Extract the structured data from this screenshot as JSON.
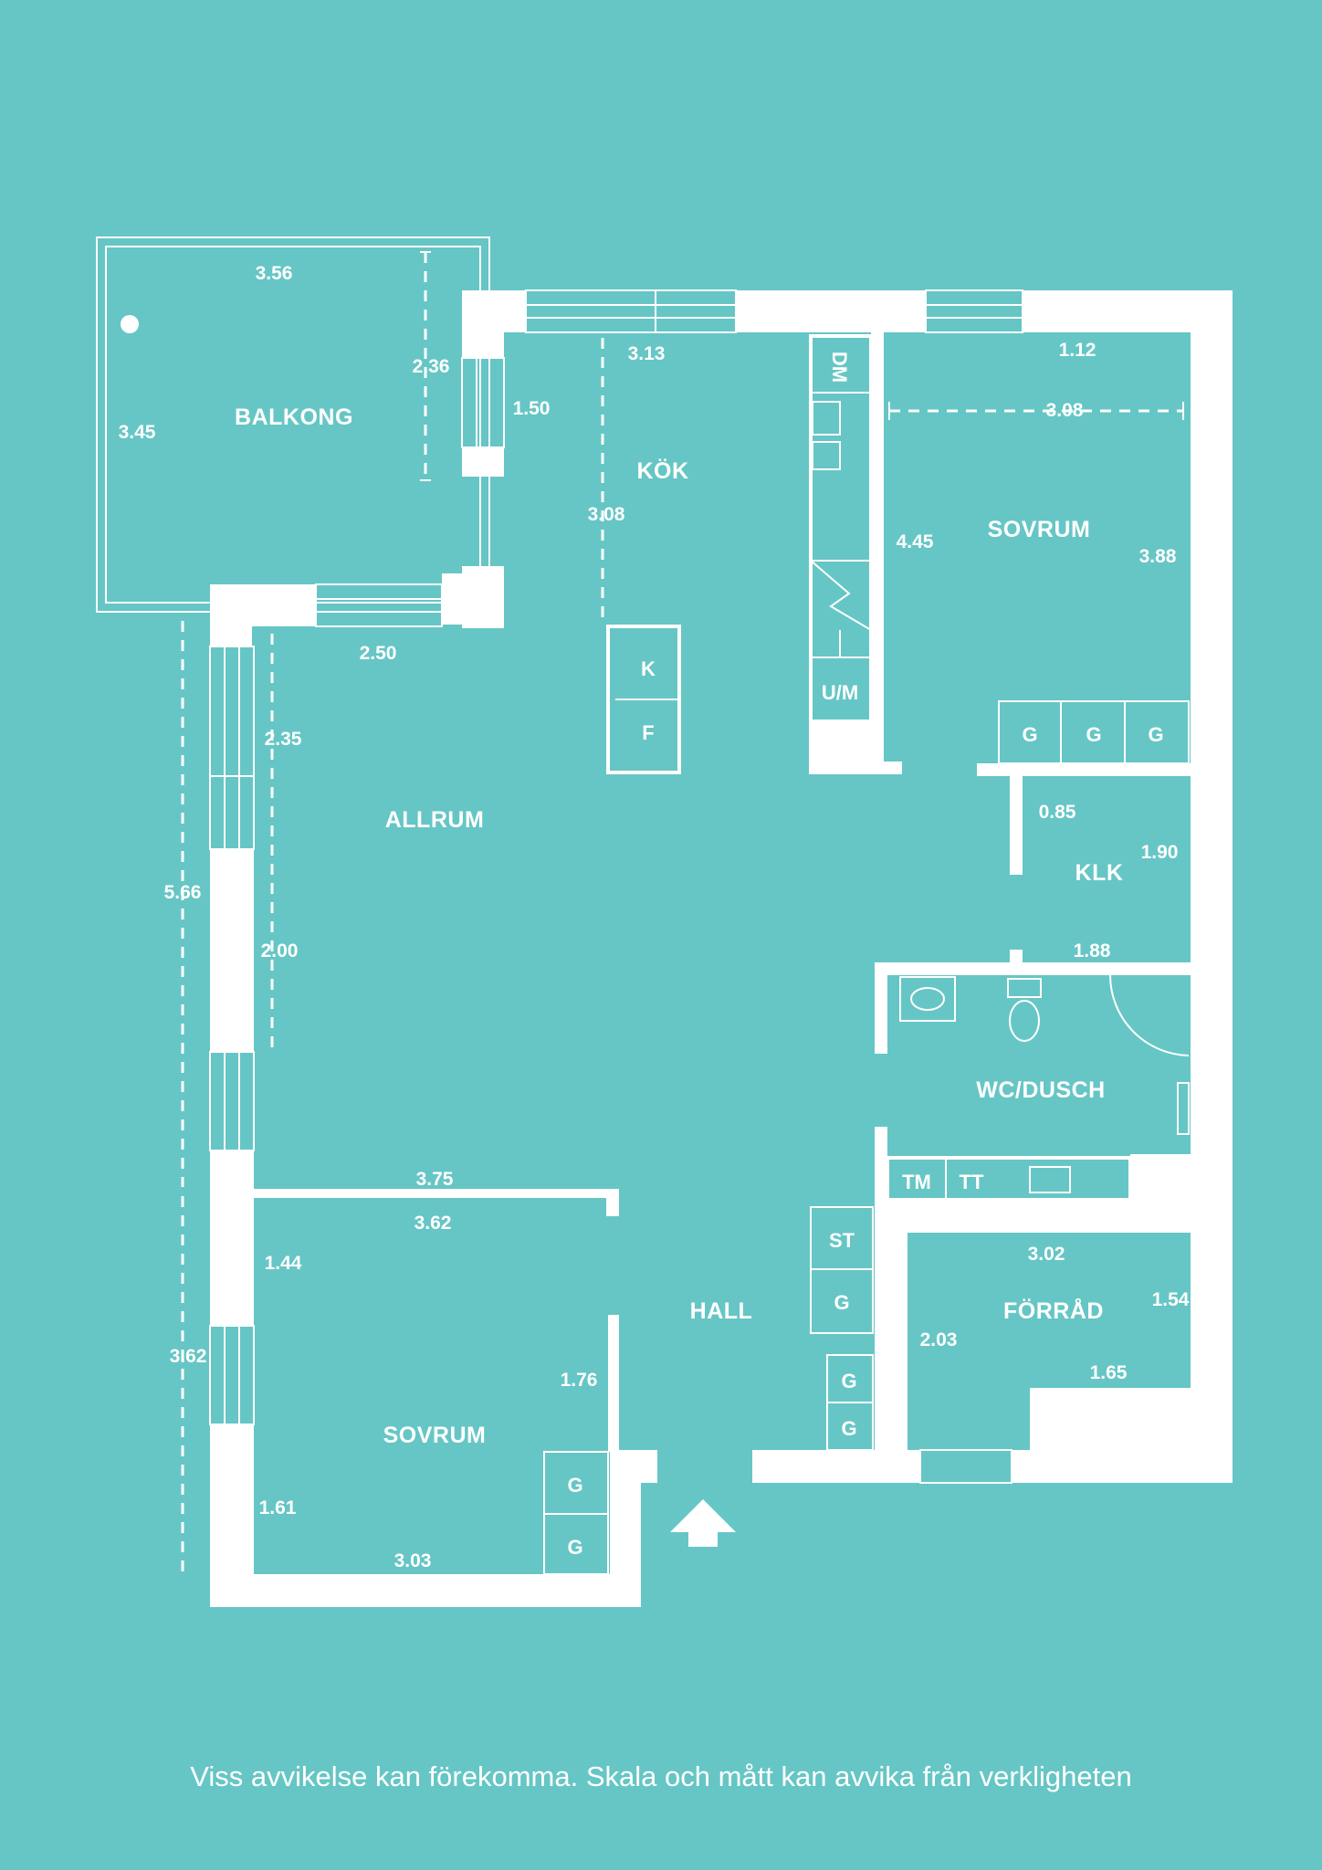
{
  "rooms": {
    "balkong": "BALKONG",
    "kok": "KÖK",
    "sovrum_1": "SOVRUM",
    "allrum": "ALLRUM",
    "klk": "KLK",
    "wc_dusch": "WC/DUSCH",
    "hall": "HALL",
    "forrad": "FÖRRÅD",
    "sovrum_2": "SOVRUM"
  },
  "dimensions": {
    "balkong_width": "3.56",
    "balkong_height": "3.45",
    "balkong_door": "2.36",
    "kok_opening": "1.50",
    "kok_width": "3.13",
    "kok_depth": "3.08",
    "sovrum_1_top": "1.12",
    "sovrum_1_width": "3.08",
    "sovrum_1_left": "4.45",
    "sovrum_1_right": "3.88",
    "allrum_top": "2.50",
    "allrum_window_1": "2.35",
    "allrum_total": "5.66",
    "allrum_window_2": "2.00",
    "klk_width": "0.85",
    "klk_height": "1.90",
    "wc_width": "1.88",
    "sovrum_2_top_outer": "3.75",
    "sovrum_2_top_inner": "3.62",
    "sovrum_2_left_upper": "1.44",
    "sovrum_2_total": "3.62",
    "sovrum_2_closet": "1.76",
    "sovrum_2_left_lower": "1.61",
    "sovrum_2_bottom": "3.03",
    "forrad_top": "3.02",
    "forrad_right": "1.54",
    "forrad_left": "2.03",
    "forrad_bottom": "1.65"
  },
  "fixtures": {
    "dishwasher": "DM",
    "fridge": "K",
    "freezer": "F",
    "oven": "U/M",
    "washer": "TM",
    "dryer": "TT",
    "closet": "G",
    "storage": "ST"
  },
  "disclaimer": "Viss avvikelse kan förekomma. Skala och mått kan avvika från verkligheten",
  "colors": {
    "background": "#66c6c5",
    "lines": "#ffffff"
  }
}
